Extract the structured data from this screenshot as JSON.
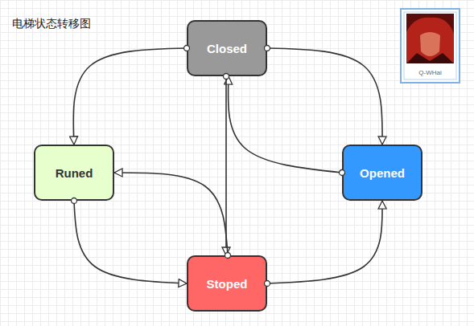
{
  "diagram": {
    "title": "电梯状态转移图",
    "nodes": [
      {
        "text": [
          "Closed"
        ]
      },
      {
        "text": [
          "Runed"
        ]
      },
      {
        "text": [
          "Opened"
        ]
      },
      {
        "text": [
          "Stoped"
        ]
      }
    ],
    "edges": [
      {
        "from": 0,
        "to": 1,
        "arrow": "to"
      },
      {
        "from": 0,
        "to": 2,
        "arrow": "to"
      },
      {
        "from": 2,
        "to": 0,
        "arrow": "to"
      },
      {
        "from": 0,
        "to": 3,
        "arrow": "to"
      },
      {
        "from": 3,
        "to": 1,
        "arrow": "to"
      },
      {
        "from": 1,
        "to": 3,
        "arrow": "to"
      },
      {
        "from": 3,
        "to": 2,
        "arrow": "to"
      }
    ],
    "labels": [
      "Q-WHai"
    ]
  }
}
